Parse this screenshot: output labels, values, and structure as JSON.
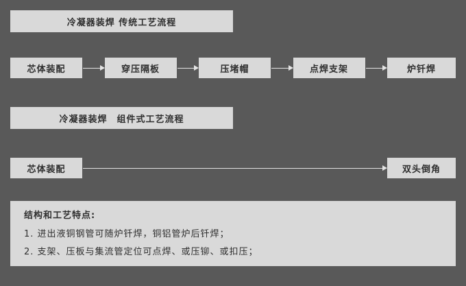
{
  "colors": {
    "background": "#595959",
    "box": "#d9d9d9",
    "arrow": "#e3e3e3",
    "text": "#2f2f2f"
  },
  "flow_traditional": {
    "title": "冷凝器装焊 传统工艺流程",
    "steps": [
      "芯体装配",
      "穿压隔板",
      "压堵帽",
      "点焊支架",
      "炉钎焊"
    ]
  },
  "flow_modular": {
    "title": "冷凝器装焊　组件式工艺流程",
    "steps": [
      "芯体装配",
      "双头倒角"
    ]
  },
  "notes": {
    "title": "结构和工艺特点:",
    "items": [
      "1. 进出液铜钢管可随炉钎焊，铜铝管炉后钎焊；",
      "2. 支架、压板与集流管定位可点焊、或压铆、或扣压；"
    ]
  }
}
